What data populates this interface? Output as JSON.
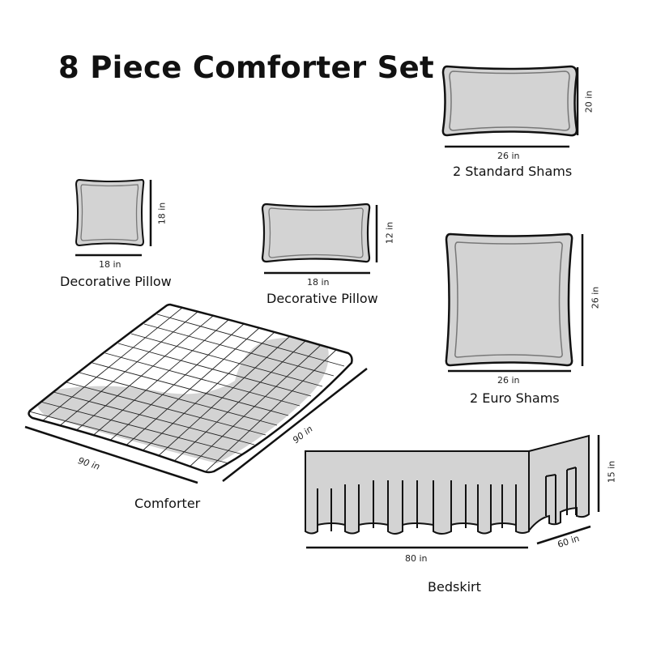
{
  "title": "8 Piece Comforter Set",
  "items": {
    "standard_shams": {
      "label": "2 Standard Shams",
      "width": "26 in",
      "height": "20 in"
    },
    "decorative_pillow_square": {
      "label": "Decorative Pillow",
      "width": "18 in",
      "height": "18 in"
    },
    "decorative_pillow_rect": {
      "label": "Decorative Pillow",
      "width": "18 in",
      "height": "12 in"
    },
    "euro_shams": {
      "label": "2 Euro Shams",
      "width": "26 in",
      "height": "26 in"
    },
    "comforter": {
      "label": "Comforter",
      "width": "90 in",
      "length": "90 in"
    },
    "bedskirt": {
      "label": "Bedskirt",
      "length": "80 in",
      "width": "60 in",
      "drop": "15 in"
    }
  },
  "colors": {
    "fill": "#d3d3d3",
    "stroke": "#111111",
    "inner_trim": "#777777"
  }
}
